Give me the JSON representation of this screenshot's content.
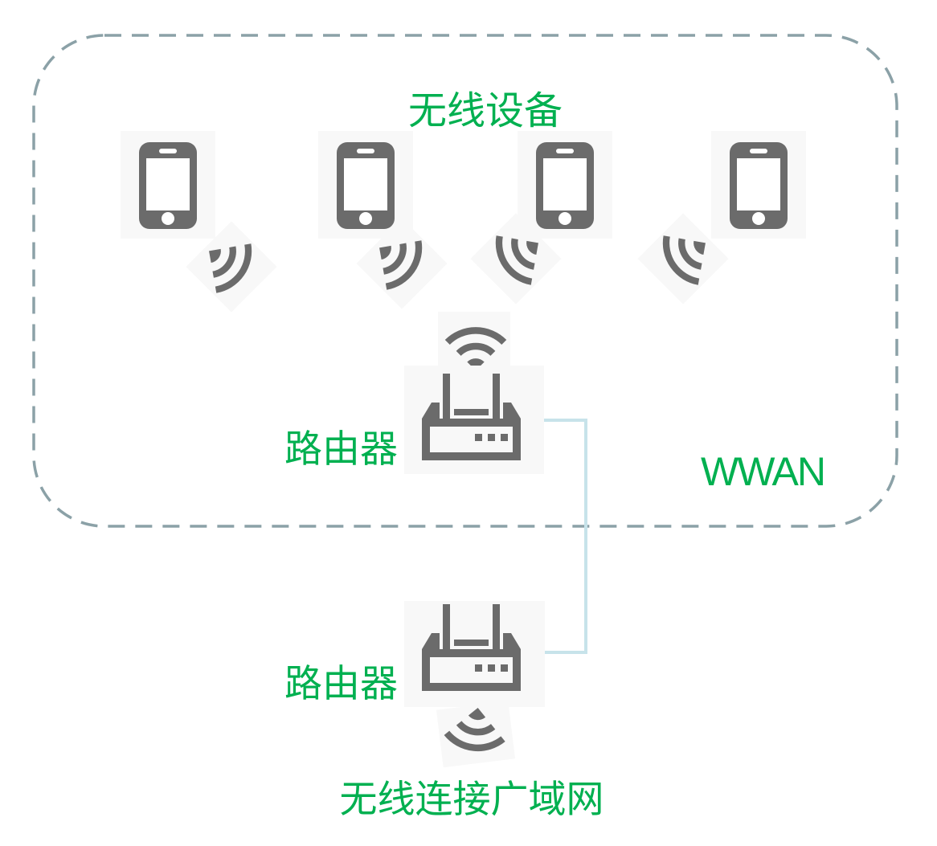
{
  "colors": {
    "accent_green": "#00B050",
    "icon_gray": "#6B6B6B",
    "border_dash": "#8BA1A7",
    "connector_blue": "#C7E3EA",
    "tile_bg": "#F8F8F8"
  },
  "wwan_zone": {
    "title": "无线设备",
    "zone_label": "WWAN",
    "device_count": 4,
    "device_icons": [
      "smartphone-icon",
      "smartphone-icon",
      "smartphone-icon",
      "smartphone-icon"
    ],
    "signal_icon": "wifi-signal-icon",
    "router": {
      "label": "路由器",
      "icon": "router-icon"
    }
  },
  "wan": {
    "router": {
      "label": "路由器",
      "icon": "router-icon"
    },
    "caption": "无线连接广域网",
    "signal_icon": "wifi-signal-icon"
  }
}
